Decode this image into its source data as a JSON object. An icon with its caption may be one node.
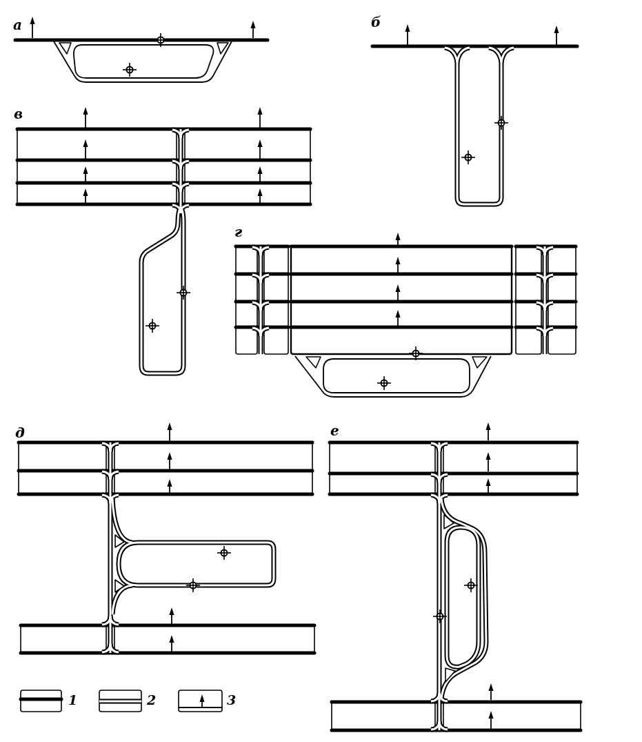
{
  "diagram": {
    "labels": [
      "а",
      "б",
      "в",
      "г",
      "д",
      "е"
    ],
    "legend": [
      {
        "text": "1"
      },
      {
        "text": "2"
      },
      {
        "text": "3"
      }
    ]
  }
}
